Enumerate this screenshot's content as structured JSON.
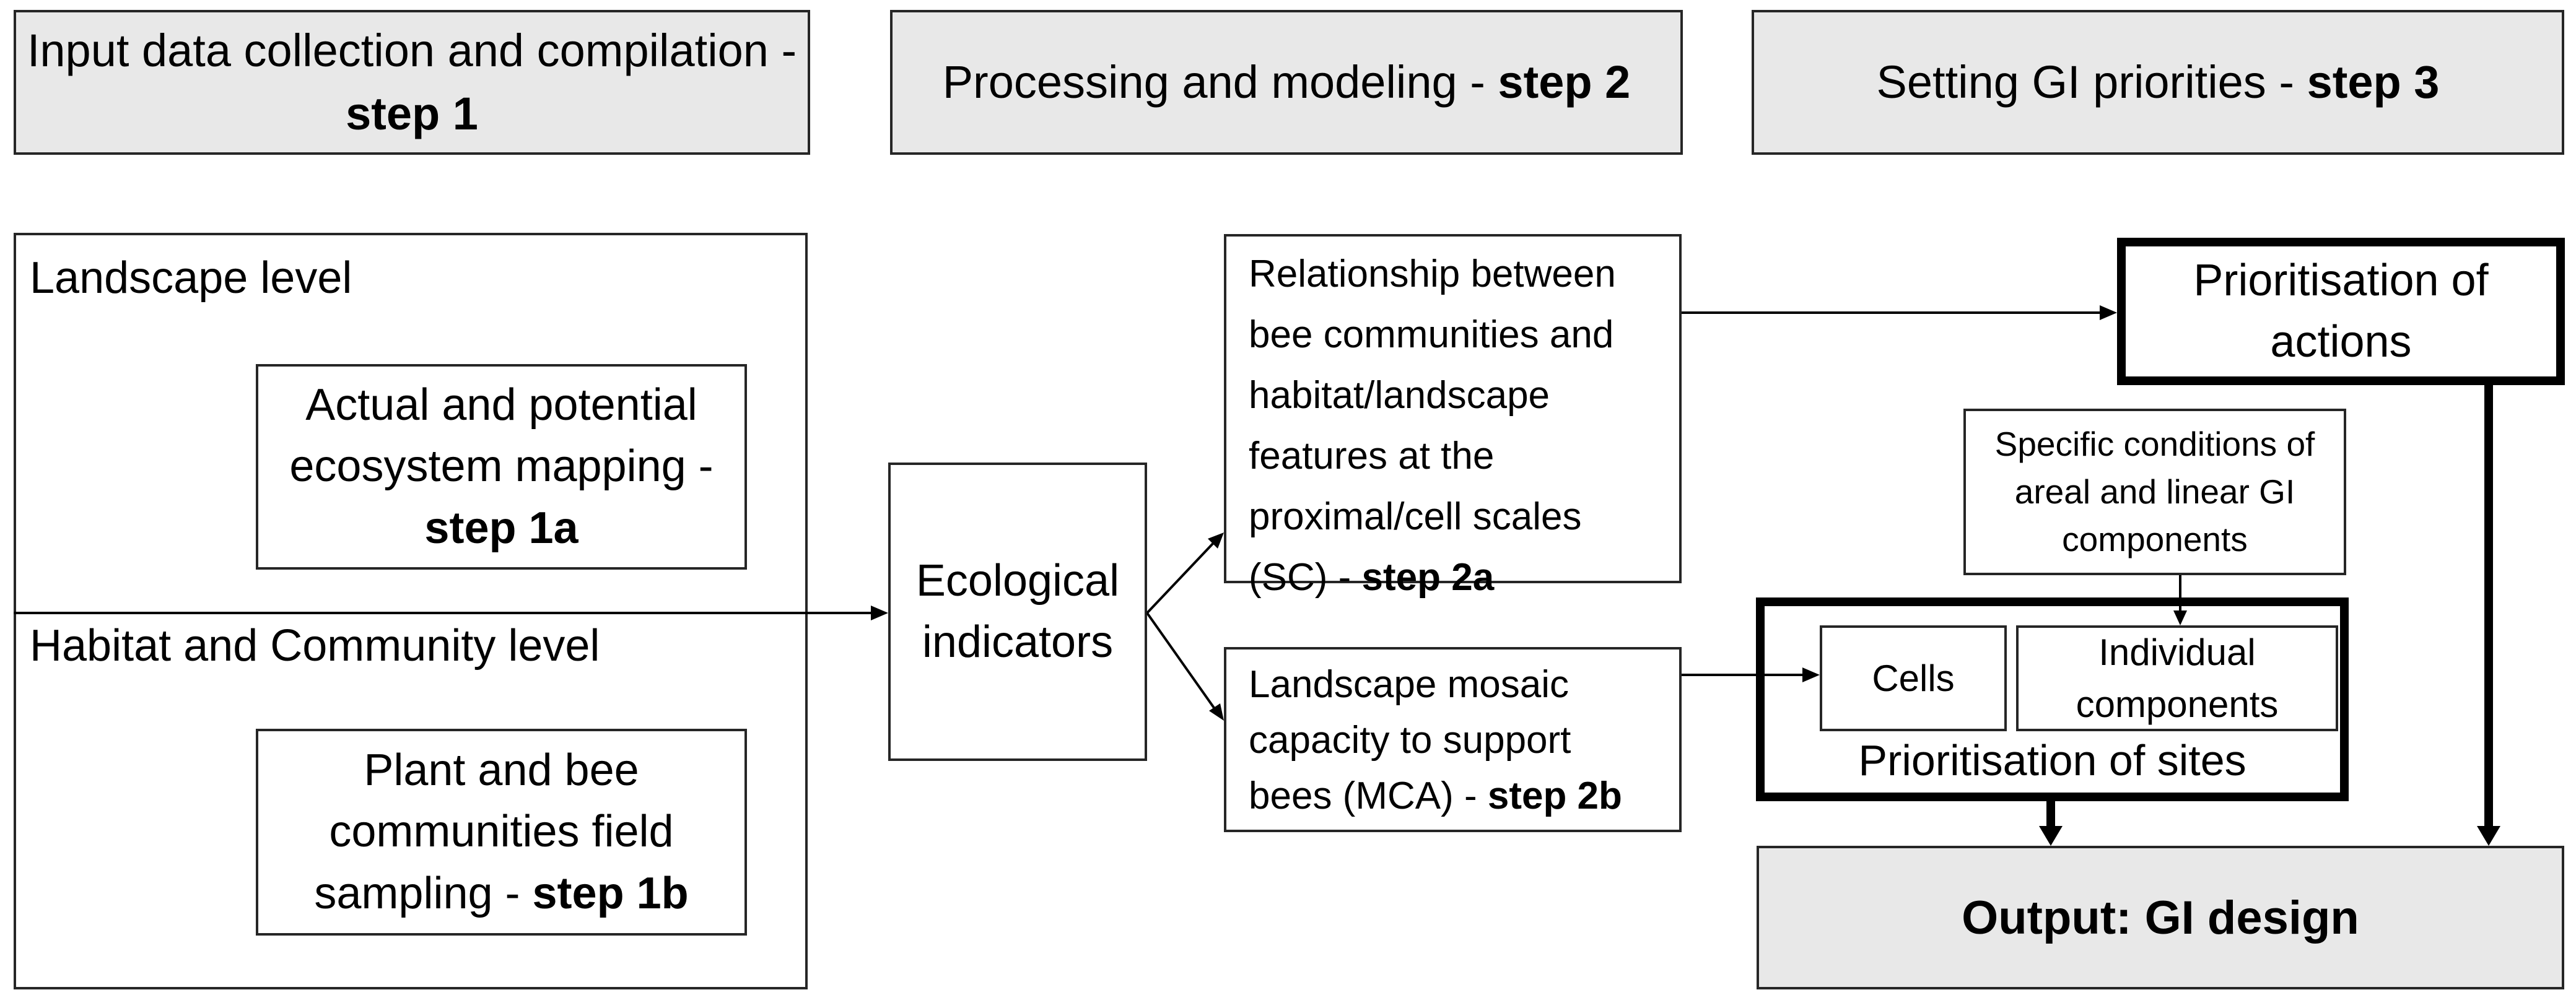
{
  "headers": {
    "step1": {
      "text": "Input data collection and compilation - ",
      "bold": "step 1"
    },
    "step2": {
      "text": "Processing and modeling - ",
      "bold": "step 2"
    },
    "step3": {
      "text": "Setting GI priorities - ",
      "bold": "step 3"
    }
  },
  "left_panel": {
    "landscape_level": "Landscape level",
    "habitat_level": "Habitat and Community level",
    "step1a": {
      "text": "Actual and potential ecosystem mapping -",
      "bold": "step 1a"
    },
    "step1b": {
      "text": "Plant and bee communities field sampling - ",
      "bold": "step 1b"
    }
  },
  "ecological_indicators": "Ecological indicators",
  "step2a": {
    "text": "Relationship between bee communities and habitat/landscape features at the proximal/cell scales (SC) - ",
    "bold": "step 2a"
  },
  "step2b": {
    "text": "Landscape mosaic capacity to support bees (MCA) - ",
    "bold": "step 2b"
  },
  "prioritisation_actions": "Prioritisation of actions",
  "specific_conditions": "Specific conditions of areal and linear GI components",
  "prioritisation_sites": {
    "title": "Prioritisation of sites",
    "cells": "Cells",
    "individual_components": "Individual components"
  },
  "output": "Output: GI design",
  "colors": {
    "header_fill": "#e8e8e8",
    "output_fill": "#e8e8e8",
    "border": "#262626",
    "arrow": "#000000"
  }
}
